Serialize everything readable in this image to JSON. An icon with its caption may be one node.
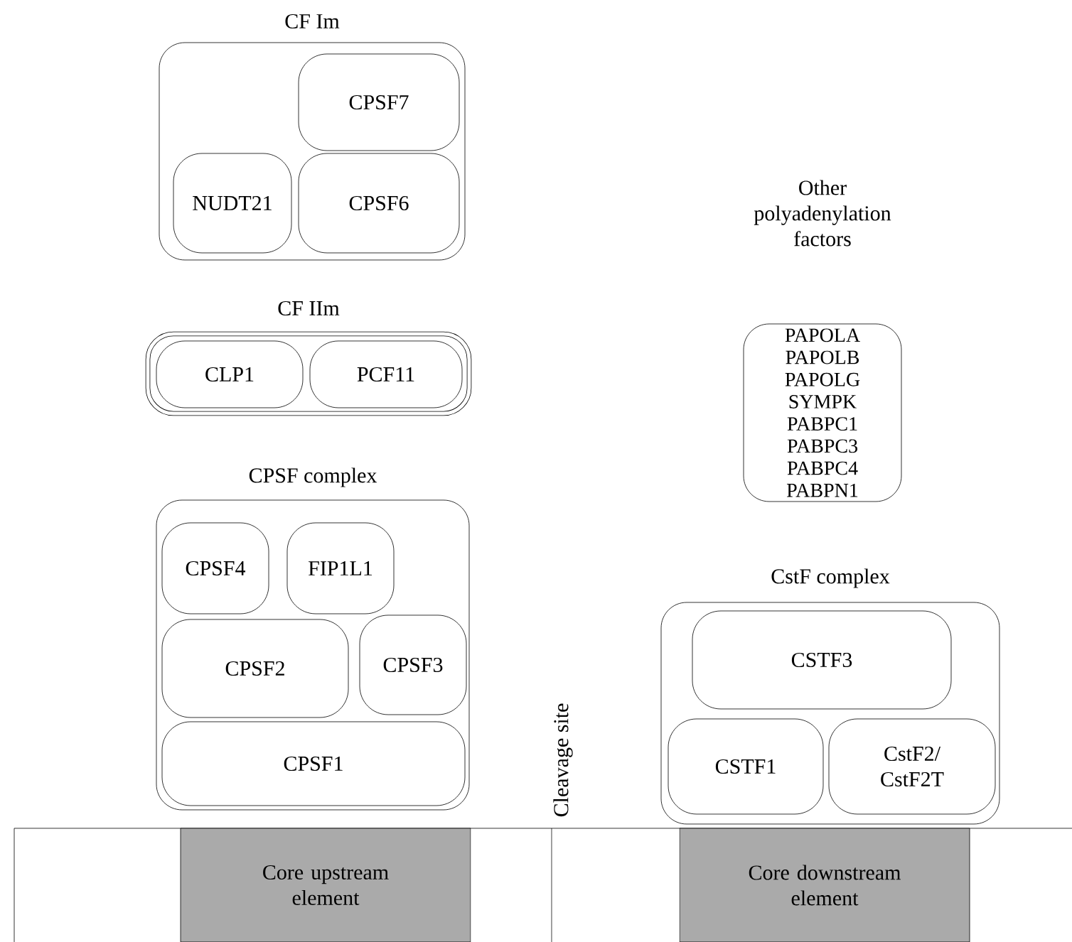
{
  "diagram": {
    "nodes": [
      {
        "text": [
          "CF Im"
        ]
      },
      {
        "text": [
          "CPSF7"
        ],
        "in": 0
      },
      {
        "text": [
          "NUDT21"
        ],
        "in": 0
      },
      {
        "text": [
          "CPSF6"
        ],
        "in": 0
      },
      {
        "text": [
          "CF IIm"
        ]
      },
      {
        "text": [
          "CLP1"
        ],
        "in": 4
      },
      {
        "text": [
          "PCF11"
        ],
        "in": 4
      },
      {
        "text": [
          "Other polyadenylation factors",
          "PAPOLA PAPOLB PAPOLG SYMPK PABPC1 PABPC3 PABPC4 PABPN1"
        ]
      },
      {
        "text": [
          "CPSF complex"
        ]
      },
      {
        "text": [
          "CPSF4"
        ],
        "in": 8
      },
      {
        "text": [
          "FIP1L1"
        ],
        "in": 8
      },
      {
        "text": [
          "CPSF2"
        ],
        "in": 8
      },
      {
        "text": [
          "CPSF3"
        ],
        "in": 8
      },
      {
        "text": [
          "CPSF1"
        ],
        "in": 8
      },
      {
        "text": [
          "CstF complex"
        ]
      },
      {
        "text": [
          "CSTF3"
        ],
        "in": 14
      },
      {
        "text": [
          "CSTF1"
        ],
        "in": 14
      },
      {
        "text": [
          "CstF2/ CstF2T"
        ],
        "in": 14
      },
      {
        "text": [
          "Core upstream element"
        ]
      },
      {
        "text": [
          "Core downstream element"
        ]
      }
    ],
    "edges": [],
    "labels": [
      "Cleavage site"
    ]
  }
}
